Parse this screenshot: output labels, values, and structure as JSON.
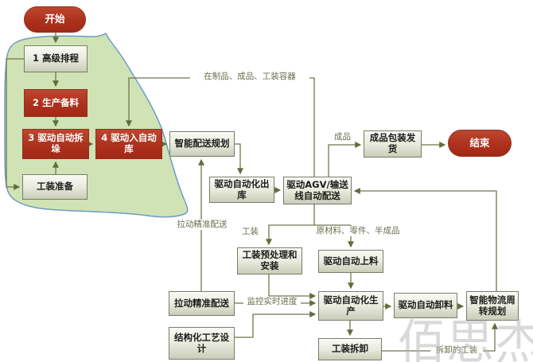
{
  "diagram": {
    "nodes": {
      "start": "开始",
      "n1": "1 高级排程",
      "n2": "2 生产备料",
      "n3": "3 驱动自动拆垛",
      "n4": "4 驱动入自动库",
      "prep": "工装准备",
      "plan": "智能配送规划",
      "outbound": "驱动自动化出库",
      "agv": "驱动AGV/输送线自动配送",
      "pack": "成品包装发货",
      "end": "结束",
      "pretool": "工装预处理和安装",
      "feed": "驱动自动上料",
      "prod": "驱动自动化生产",
      "unload": "驱动自动卸料",
      "logistics": "智能物流周转规划",
      "pull": "拉动精准配送",
      "design": "结构化工艺设计",
      "detach": "工装拆卸"
    },
    "edge_labels": {
      "wip": "在制品、成品、工装容器",
      "finished": "成品",
      "tooling": "工装",
      "materials": "原材料、零件、半成品",
      "pull_delivery": "拉动精准配送",
      "monitor": "监控实时进度",
      "detached_tooling": "拆卸的工装"
    },
    "watermark": "佰思杰",
    "colors": {
      "node_red": "#ad311d",
      "node_gray": "#e9ebde",
      "node_border": "#787c69",
      "line": "#72764f",
      "arrow": "#5f6e3b",
      "edge_label_text": "#6a6e4c",
      "highlight_fill": "#cfe3b4",
      "highlight_stroke": "#6f9cc6",
      "watermark_gray": "#b5b5b5"
    }
  }
}
